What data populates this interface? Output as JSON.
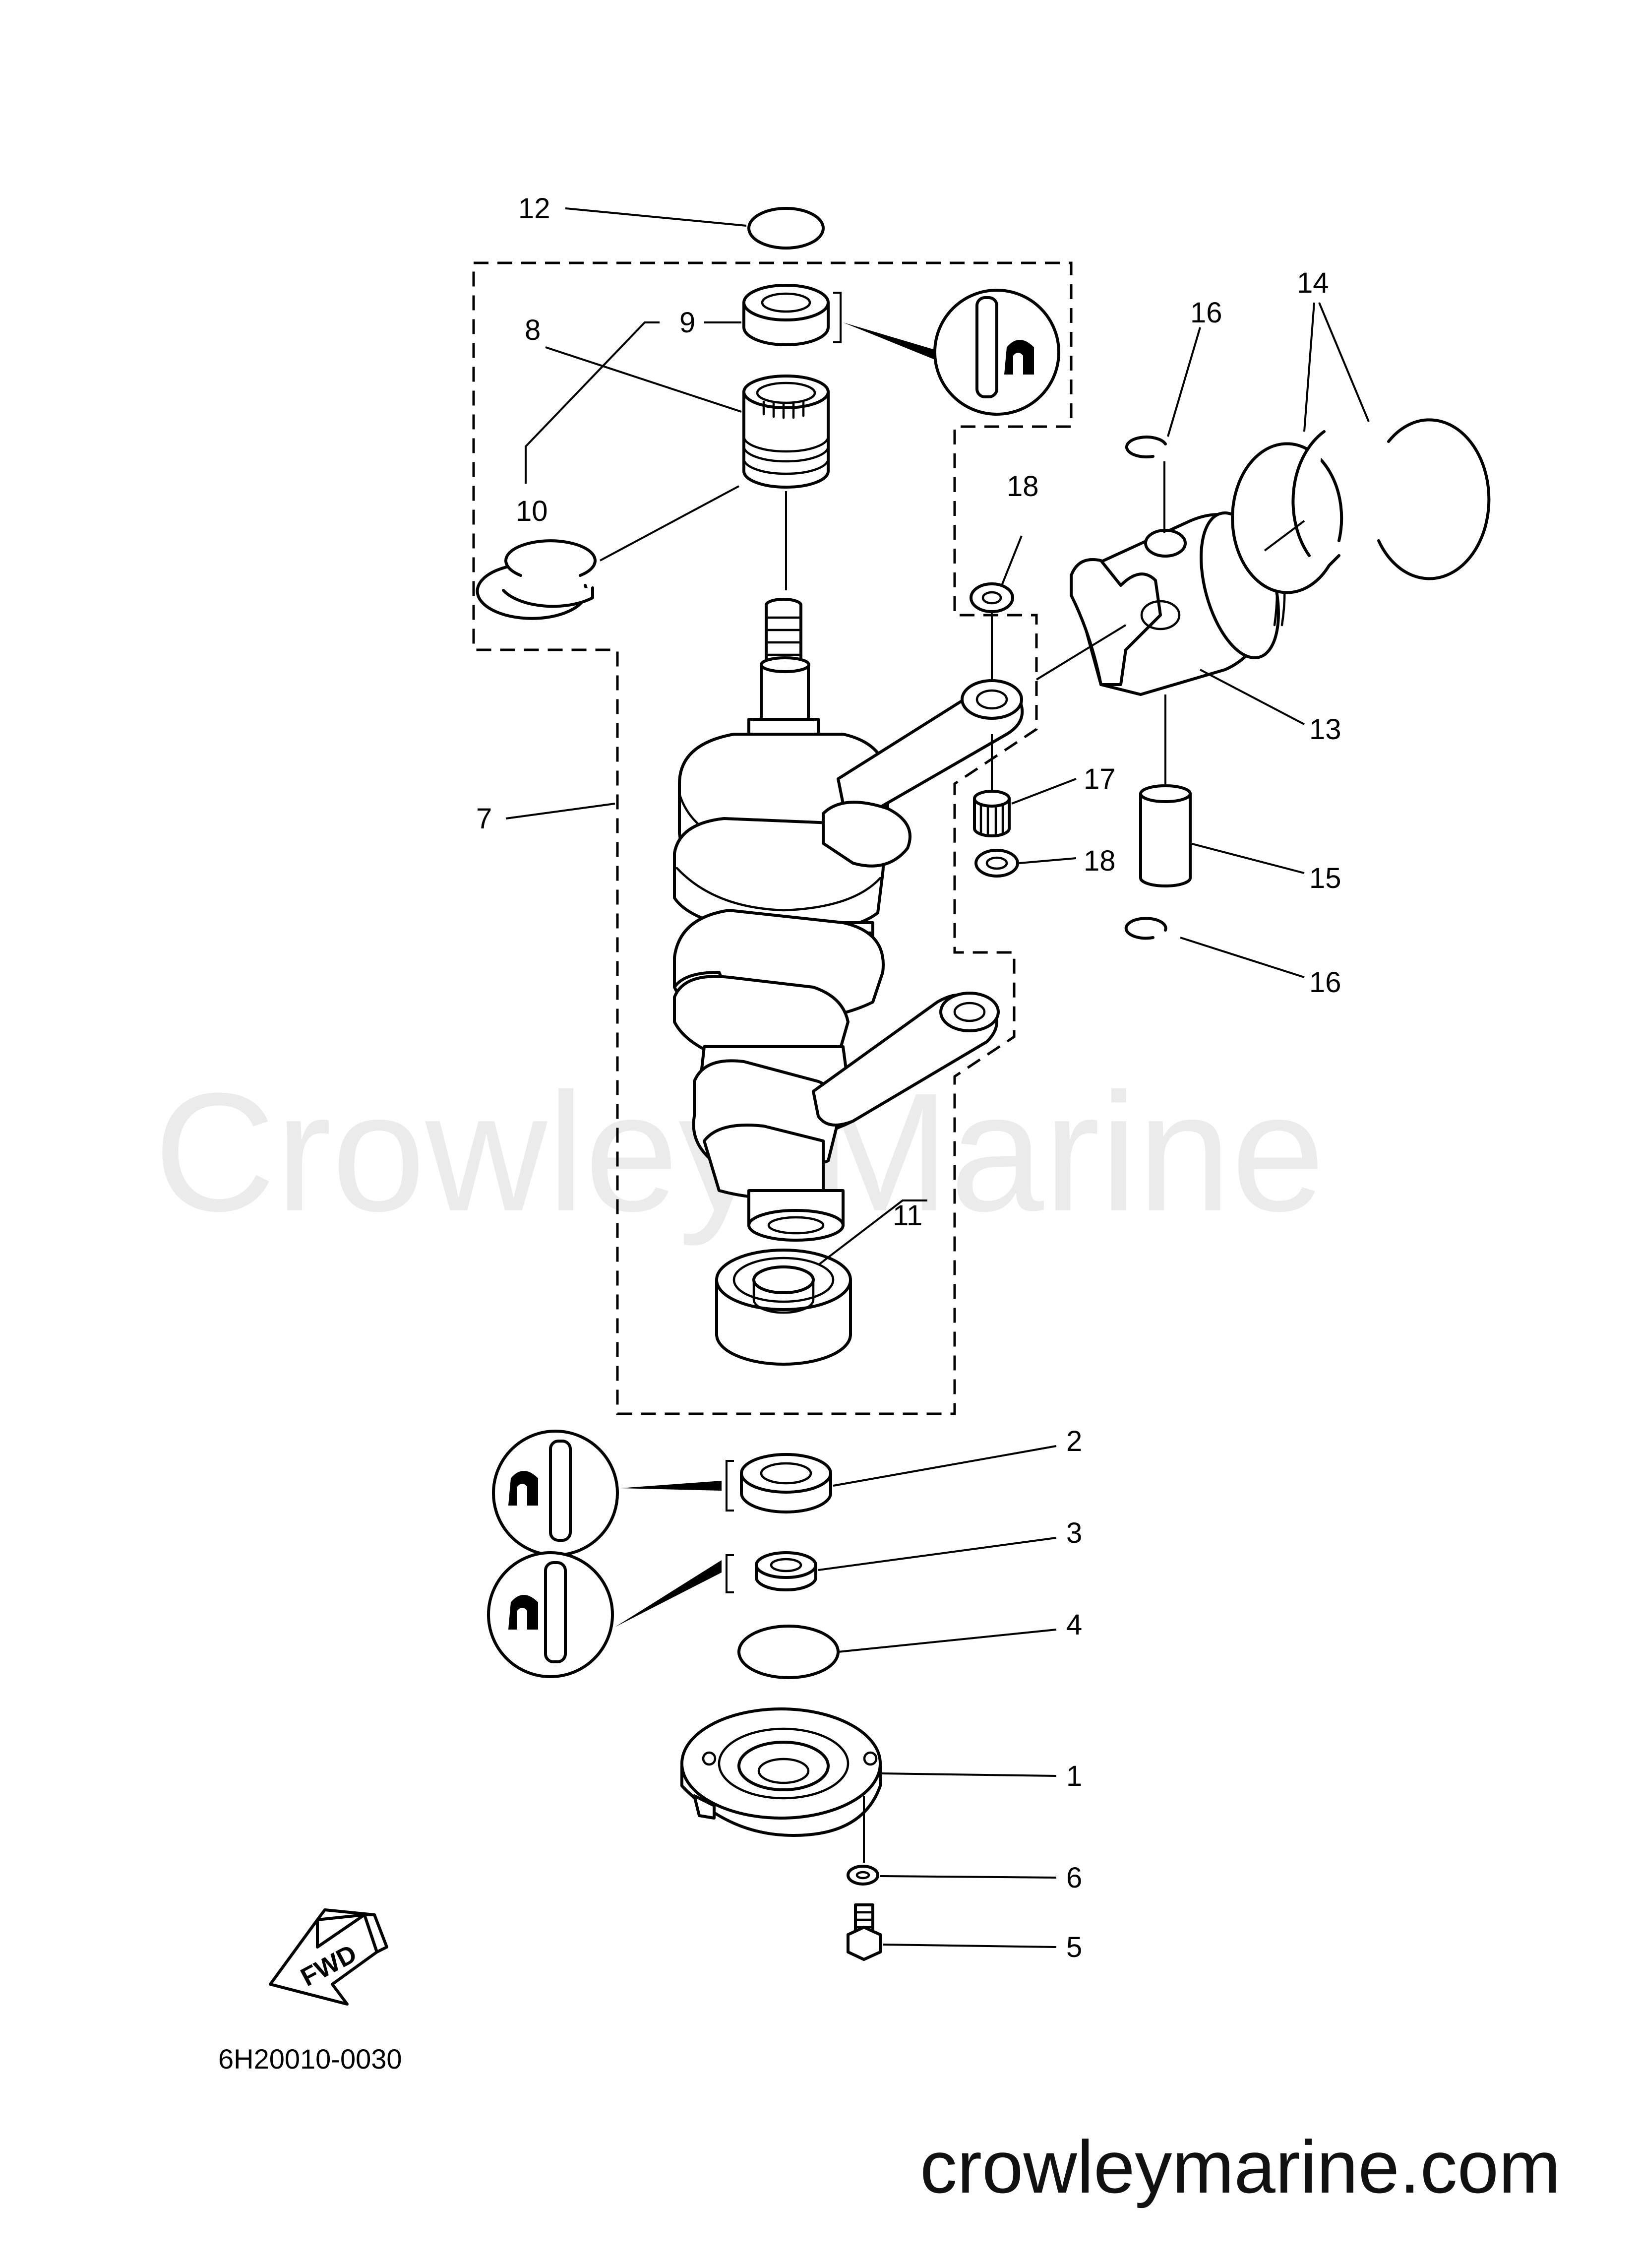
{
  "diagram": {
    "drawing_number": "6H20010-0030",
    "direction_label": "FWD",
    "watermark": "Crowley Marine",
    "website": "crowleymarine.com",
    "callouts": {
      "c1": "1",
      "c2": "2",
      "c3": "3",
      "c4": "4",
      "c5": "5",
      "c6": "6",
      "c7": "7",
      "c8": "8",
      "c9": "9",
      "c10": "10",
      "c11": "11",
      "c12": "12",
      "c13": "13",
      "c14": "14",
      "c15": "15",
      "c16a": "16",
      "c16b": "16",
      "c17": "17",
      "c18a": "18",
      "c18b": "18"
    }
  }
}
